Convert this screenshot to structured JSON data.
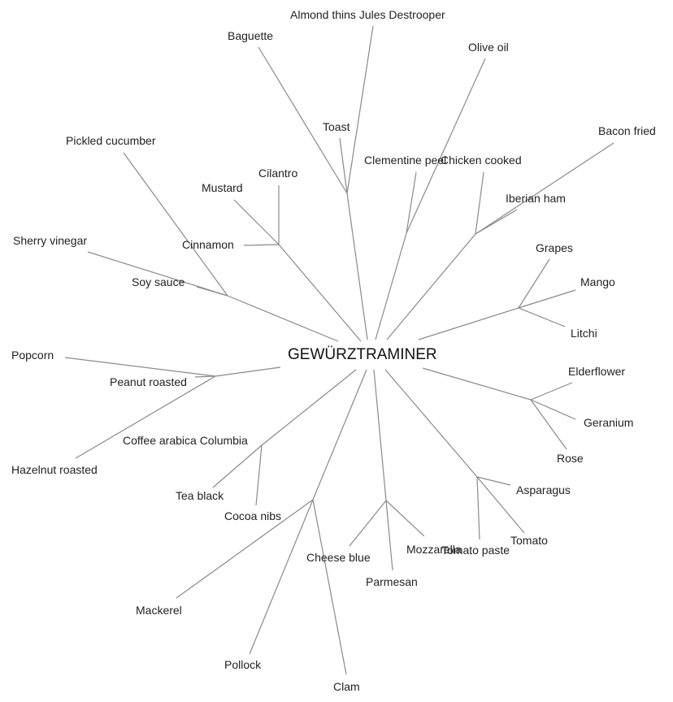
{
  "root": {
    "label": "GEWÜRZTRAMINER"
  },
  "colors": {
    "edge": "#8a8a8a",
    "text": "#222222",
    "background": "#ffffff"
  },
  "labels": {
    "almond": "Almond thins Jules Destrooper",
    "baguette": "Baguette",
    "toast": "Toast",
    "olive_oil": "Olive oil",
    "clementine": "Clementine peel",
    "chicken": "Chicken cooked",
    "bacon": "Bacon fried",
    "iberian_ham": "Iberian ham",
    "pickled_cucumber": "Pickled cucumber",
    "mustard": "Mustard",
    "cilantro": "Cilantro",
    "cinnamon": "Cinnamon",
    "sherry_vinegar": "Sherry vinegar",
    "soy_sauce": "Soy sauce",
    "grapes": "Grapes",
    "mango": "Mango",
    "litchi": "Litchi",
    "popcorn": "Popcorn",
    "peanut": "Peanut roasted",
    "hazelnut": "Hazelnut roasted",
    "elderflower": "Elderflower",
    "geranium": "Geranium",
    "rose": "Rose",
    "coffee": "Coffee arabica Columbia",
    "tea": "Tea black",
    "cocoa": "Cocoa nibs",
    "asparagus": "Asparagus",
    "tomato": "Tomato",
    "tomato_paste": "Tomato paste",
    "mozzarella": "Mozzarella",
    "cheese_blue": "Cheese blue",
    "parmesan": "Parmesan",
    "mackerel": "Mackerel",
    "pollock": "Pollock",
    "clam": "Clam"
  }
}
